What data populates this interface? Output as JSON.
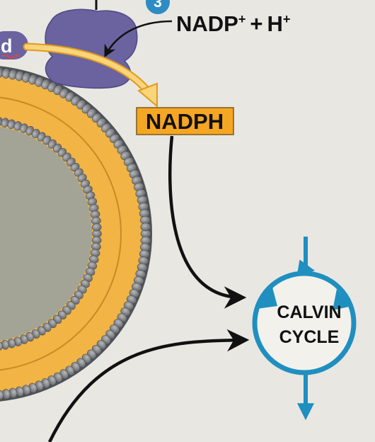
{
  "step": {
    "number": "3",
    "color": "#2e8cc4"
  },
  "reaction": {
    "reactant": "NADP",
    "reactant_charge": "+",
    "plus": "+",
    "proton": "H",
    "proton_charge": "+"
  },
  "fd_fragment": {
    "text": "d"
  },
  "product": {
    "label": "NADPH",
    "fill": "#f5a623"
  },
  "calvin_cycle": {
    "line1": "CALVIN",
    "line2": "CYCLE",
    "color": "#1f8fc0"
  },
  "colors": {
    "background": "#e9e7e2",
    "membrane_head": "#7c7f83",
    "membrane_tail": "#f2b444",
    "stroma_interior": "#a3a495",
    "enzyme": "#6a63a0",
    "arrow": "#111111",
    "electron_flow": "#f5c04a"
  }
}
